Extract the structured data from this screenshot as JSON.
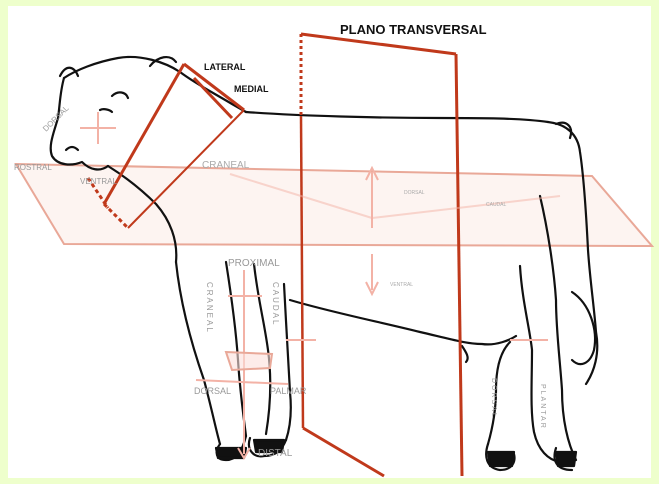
{
  "title": "PLANO TRANSVERSAL",
  "labels": {
    "lateral": "LATERAL",
    "medial": "MEDIAL",
    "dorsal_head": "DORSAL",
    "rostral": "ROSTRAL",
    "ventral_head": "VENTRAL",
    "craneal_head": "CRANEAL",
    "dorsal_body": "DORSAL",
    "caudal_body": "CAUDAL",
    "ventral_body": "VENTRAL",
    "proximal": "PROXIMAL",
    "craneal_limb": "CRANEAL",
    "caudal_limb": "CAUDAL",
    "dorsal_limb": "DORSAL",
    "palmar": "PALMAR",
    "distal": "DISTAL",
    "dorsal_hind": "DORSAL",
    "plantar": "PLANTAR"
  },
  "colors": {
    "background": "#eeffcc",
    "plane": "#c0391b",
    "plane_light": "#e9a898",
    "arrow": "#f3b2a6",
    "label": "#999999",
    "outline": "#111111"
  }
}
